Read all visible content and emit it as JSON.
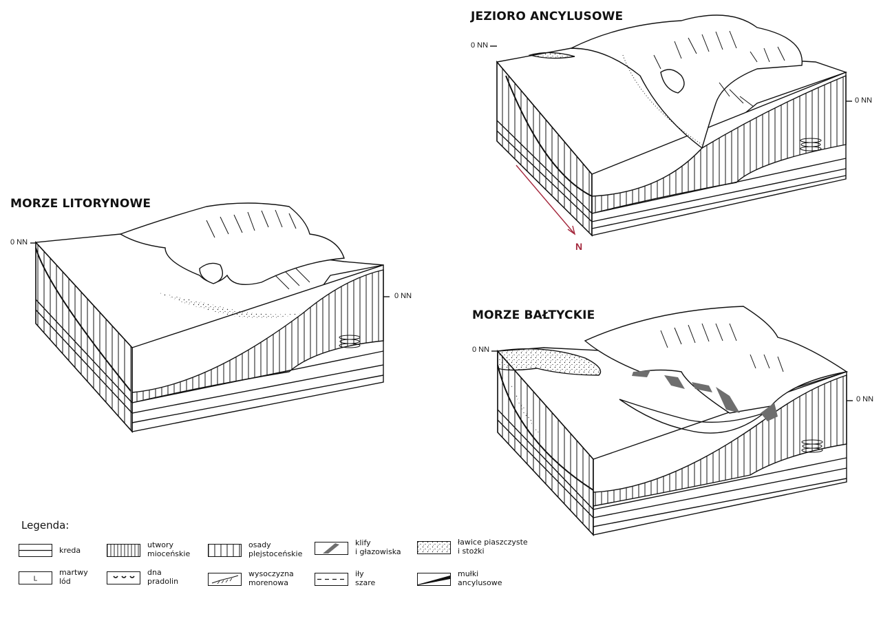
{
  "blocks": {
    "ancylus": {
      "title": "JEZIORO ANCYLUSOWE",
      "level_left": "0 NN",
      "level_right": "0 NN"
    },
    "litorina": {
      "title": "MORZE LITORYNOWE",
      "level_left": "0 NN",
      "level_right": "0 NN"
    },
    "baltic": {
      "title": "MORZE BAŁTYCKIE",
      "level_left": "0 NN",
      "level_right": "0 NN"
    }
  },
  "north_label": "N",
  "colors": {
    "north_arrow": "#a3263b",
    "cliff_fill": "#6e6e6e",
    "line": "#111111"
  },
  "legend": {
    "title": "Legenda:",
    "items": [
      {
        "key": "kreda",
        "lines": [
          "kreda"
        ],
        "symbol": "double-line-icon"
      },
      {
        "key": "mioc",
        "lines": [
          "utwory",
          "mioceńskie"
        ],
        "symbol": "dense-vertical-hatch-icon"
      },
      {
        "key": "plej",
        "lines": [
          "osady",
          "plejstoceńskie"
        ],
        "symbol": "vertical-hatch-icon"
      },
      {
        "key": "klify",
        "lines": [
          "klify",
          "i głazowiska"
        ],
        "symbol": "cliff-icon"
      },
      {
        "key": "lawice",
        "lines": [
          "ławice piaszczyste",
          "i stożki"
        ],
        "symbol": "stipple-icon"
      },
      {
        "key": "martwy",
        "lines": [
          "martwy",
          "lód"
        ],
        "symbol": "dead-ice-icon",
        "letter": "L"
      },
      {
        "key": "dna",
        "lines": [
          "dna",
          "pradolin"
        ],
        "symbol": "valley-floor-icon"
      },
      {
        "key": "wys",
        "lines": [
          "wysoczyzna",
          "morenowa"
        ],
        "symbol": "moraine-icon"
      },
      {
        "key": "ily",
        "lines": [
          "iły",
          "szare"
        ],
        "symbol": "dashed-line-icon"
      },
      {
        "key": "mulki",
        "lines": [
          "mułki",
          "ancylusowe"
        ],
        "symbol": "wedge-icon"
      }
    ]
  }
}
